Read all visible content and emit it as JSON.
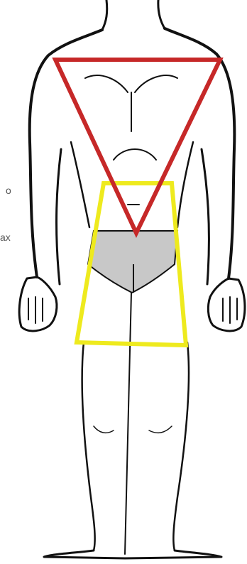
{
  "text_fragments": {
    "upper": "o",
    "lower": "ax"
  },
  "colors": {
    "outline": "#111111",
    "shorts_fill": "#c8c8c8",
    "inverted_triangle": "#c62828",
    "trapezoid": "#eeea1e",
    "background": "#ffffff"
  },
  "shapes": {
    "torso": "inverted-triangle",
    "hips": "trapezoid"
  }
}
